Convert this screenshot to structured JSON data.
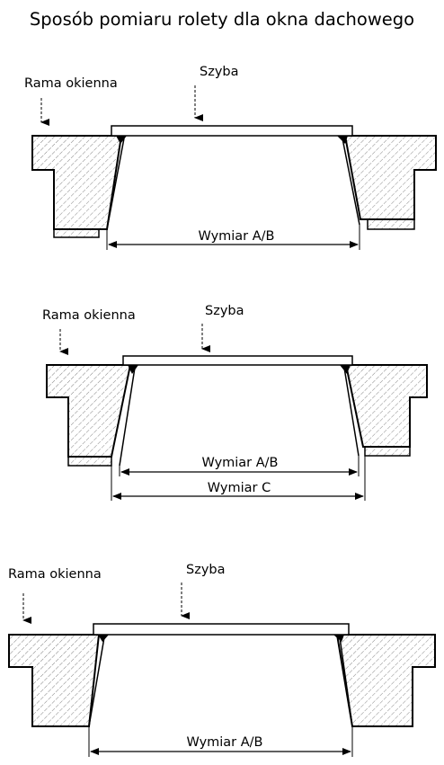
{
  "title": "Sposób pomiaru rolety dla okna dachowego",
  "labels": {
    "frame": "Rama okienna",
    "glass": "Szyba",
    "dim_ab": "Wymiar A/B",
    "dim_c": "Wymiar C"
  },
  "colors": {
    "line": "#000000",
    "hatch": "#555555",
    "background": "#ffffff"
  }
}
